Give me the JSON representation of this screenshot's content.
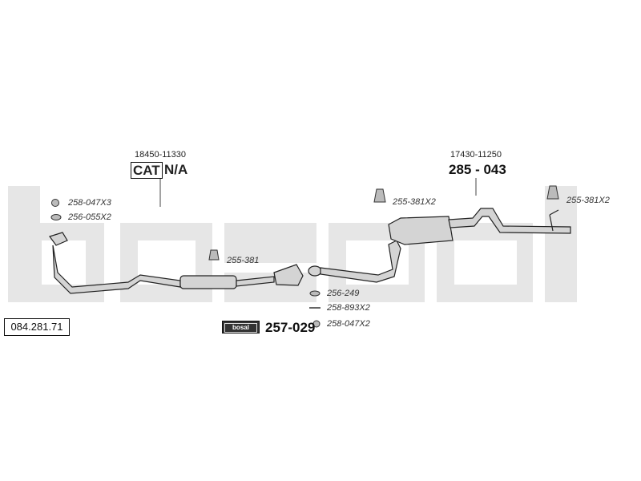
{
  "reference_number": "084.281.71",
  "watermark": "bosal",
  "cat_label": "CAT",
  "cat_suffix": "N/A",
  "front_pipe_part": "18450-11330",
  "rear_part_oem": "17430-11250",
  "rear_part_number": "285 - 043",
  "center_part_number": "257-029",
  "small_parts": {
    "p1": "258-047X3",
    "p2": "256-055X2",
    "p3": "255-381",
    "p4": "255-381X2",
    "p5": "255-381X2",
    "p6": "256-249",
    "p7": "258-893X2",
    "p8": "258-047X2"
  },
  "colors": {
    "watermark": "#e6e6e6",
    "line": "#222222",
    "part_fill": "#d4d4d4"
  }
}
